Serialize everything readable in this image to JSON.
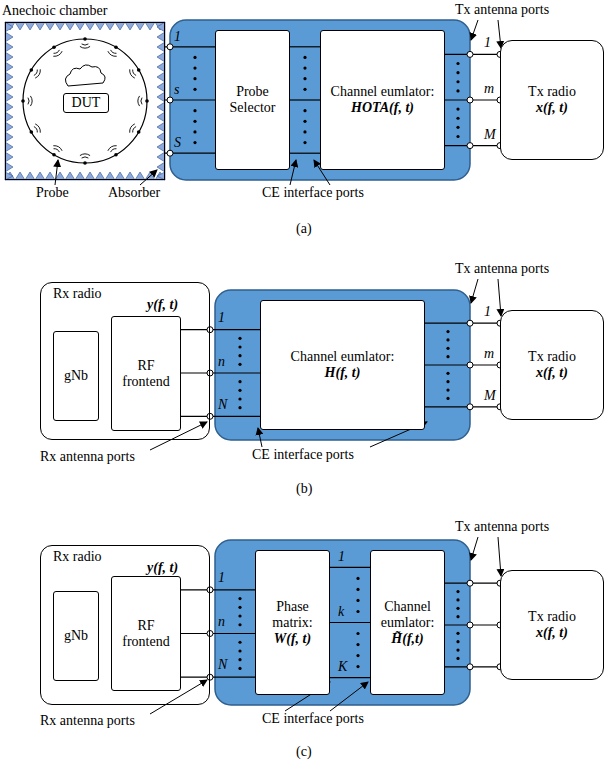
{
  "diagram": {
    "nodes": [
      {
        "text": [
          "Anechoic chamber"
        ]
      },
      {
        "text": [
          "DUT"
        ],
        "in": 0
      },
      {
        "text": [
          "Probe Selector"
        ]
      },
      {
        "text": [
          "Channel eumlator:",
          "HOTA(f, t)"
        ]
      },
      {
        "text": [
          "Tx radio",
          "x(f, t)"
        ]
      },
      {
        "text": [
          "Rx radio",
          "y(f, t)"
        ]
      },
      {
        "text": [
          "gNb"
        ],
        "in": 5
      },
      {
        "text": [
          "RF frontend"
        ],
        "in": 5
      },
      {
        "text": [
          "Channel eumlator:",
          "H(f, t)"
        ]
      },
      {
        "text": [
          "Tx radio",
          "x(f, t)"
        ]
      },
      {
        "text": [
          "Rx radio",
          "y(f, t)"
        ]
      },
      {
        "text": [
          "gNb"
        ],
        "in": 10
      },
      {
        "text": [
          "RF frontend"
        ],
        "in": 10
      },
      {
        "text": [
          "Phase matrix:",
          "W(f, t)"
        ]
      },
      {
        "text": [
          "Channel eumlator:",
          "H̃(f,t)"
        ]
      },
      {
        "text": [
          "Tx radio",
          "x(f, t)"
        ]
      }
    ],
    "edges": [
      {
        "from": 0,
        "to": 2,
        "arrow": "none"
      },
      {
        "from": 2,
        "to": 3,
        "arrow": "none"
      },
      {
        "from": 3,
        "to": 4,
        "arrow": "none"
      },
      {
        "from": 7,
        "to": 8,
        "arrow": "none"
      },
      {
        "from": 8,
        "to": 9,
        "arrow": "none"
      },
      {
        "from": 12,
        "to": 13,
        "arrow": "none"
      },
      {
        "from": 13,
        "to": 14,
        "arrow": "none"
      },
      {
        "from": 14,
        "to": 15,
        "arrow": "none"
      }
    ],
    "labels": [
      "Tx antenna ports",
      "1",
      "s",
      "S",
      "1",
      "m",
      "M",
      "Probe",
      "Absorber",
      "CE interface ports",
      "(a)",
      "Tx antenna ports",
      "Rx antenna ports",
      "1",
      "n",
      "N",
      "CE interface ports",
      "1",
      "m",
      "M",
      "(b)",
      "Tx antenna ports",
      "Rx antenna ports",
      "1",
      "n",
      "N",
      "1",
      "k",
      "K",
      "CE interface ports",
      "(c)"
    ]
  }
}
